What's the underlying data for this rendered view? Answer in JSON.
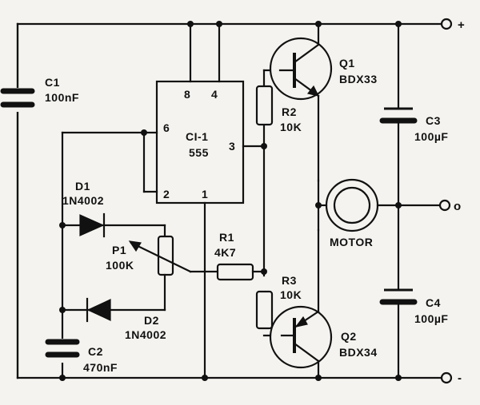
{
  "components": {
    "c1": {
      "ref": "C1",
      "value": "100nF"
    },
    "c2": {
      "ref": "C2",
      "value": "470nF"
    },
    "c3": {
      "ref": "C3",
      "value": "100µF"
    },
    "c4": {
      "ref": "C4",
      "value": "100µF"
    },
    "d1": {
      "ref": "D1",
      "value": "1N4002"
    },
    "d2": {
      "ref": "D2",
      "value": "1N4002"
    },
    "p1": {
      "ref": "P1",
      "value": "100K"
    },
    "r1": {
      "ref": "R1",
      "value": "4K7"
    },
    "r2": {
      "ref": "R2",
      "value": "10K"
    },
    "r3": {
      "ref": "R3",
      "value": "10K"
    },
    "q1": {
      "ref": "Q1",
      "value": "BDX33"
    },
    "q2": {
      "ref": "Q2",
      "value": "BDX34"
    },
    "ic": {
      "ref": "CI-1",
      "value": "555",
      "pins": {
        "p8": "8",
        "p4": "4",
        "p6": "6",
        "p3": "3",
        "p2": "2",
        "p1": "1"
      }
    },
    "motor": {
      "label": "MOTOR"
    }
  },
  "terminals": {
    "plus": "+",
    "output": "o",
    "minus": "-"
  },
  "colors": {
    "ink": "#111111",
    "paper": "#f4f3ef"
  }
}
